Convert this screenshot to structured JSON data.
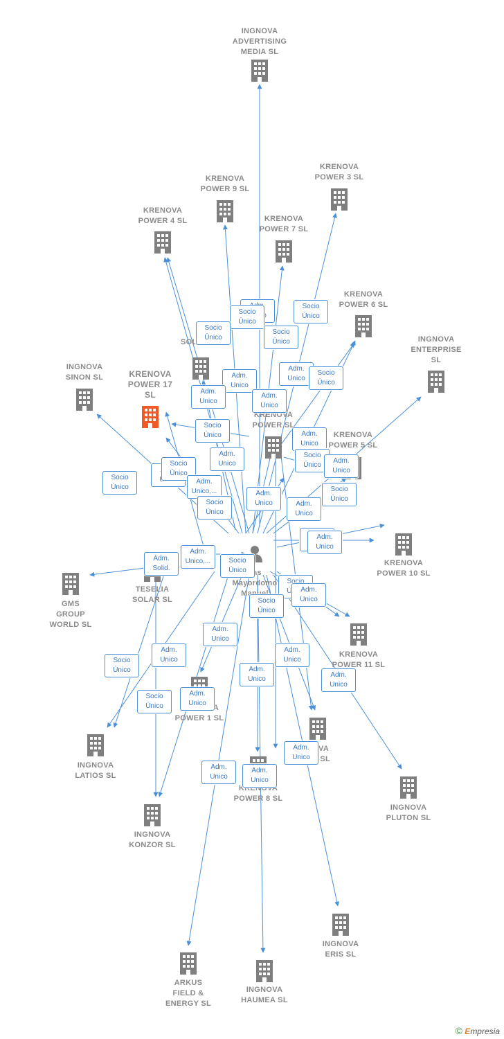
{
  "colors": {
    "edge": "#4a90d9",
    "building": "#7f7f7f",
    "focus": "#f05a28",
    "label": "#8a8a8a"
  },
  "nodes": [
    {
      "id": "n1",
      "label": "INGNOVA\nADVERTISING\nMEDIA  SL",
      "icon": "building-icon"
    },
    {
      "id": "n2",
      "label": "KRENOVA\nPOWER 9  SL",
      "icon": "building-icon"
    },
    {
      "id": "n3",
      "label": "KRENOVA\nPOWER 3  SL",
      "icon": "building-icon"
    },
    {
      "id": "n4",
      "label": "KRENOVA\nPOWER 4  SL",
      "icon": "building-icon"
    },
    {
      "id": "n5",
      "label": "KRENOVA\nPOWER 7  SL",
      "icon": "building-icon"
    },
    {
      "id": "n6",
      "label": "KRENOVA\nPOWER 6  SL",
      "icon": "building-icon"
    },
    {
      "id": "n7",
      "label": "KE\nSOLAR  SL",
      "icon": "building-icon"
    },
    {
      "id": "n8",
      "label": "INGNOVA\nENTERPRISE\nSL",
      "icon": "building-icon"
    },
    {
      "id": "n9",
      "label": "INGNOVA\nSINON  SL",
      "icon": "building-icon"
    },
    {
      "id": "n10",
      "label": "KRENOVA\nPOWER 17\nSL",
      "icon": "building-icon",
      "focus": true
    },
    {
      "id": "n11",
      "label": "KRENOVA\nPOWER  SL",
      "icon": "building-icon"
    },
    {
      "id": "n12",
      "label": "KRENOVA\nPOWER 5  SL",
      "icon": "building-icon"
    },
    {
      "id": "n13",
      "label": "KRENOVA\nPOWER 10  SL",
      "icon": "building-icon"
    },
    {
      "id": "n14",
      "label": "ñas\nMayordomo\nManuel",
      "icon": "person-icon"
    },
    {
      "id": "n15",
      "label": "TESELIA\nSOLAR  SL",
      "icon": "building-icon"
    },
    {
      "id": "n16",
      "label": "GMS\nGROUP\nWORLD  SL",
      "icon": "building-icon"
    },
    {
      "id": "n17",
      "label": "KRENOVA\nPOWER 11  SL",
      "icon": "building-icon"
    },
    {
      "id": "n18",
      "label": "KRENOVA\nPOWER 1  SL",
      "icon": "building-icon"
    },
    {
      "id": "n19",
      "label": "INGNOVA\nLATIOS  SL",
      "icon": "building-icon"
    },
    {
      "id": "n20",
      "label": "NOVA\nR 2  SL",
      "icon": "building-icon"
    },
    {
      "id": "n21",
      "label": "KRENOVA\nPOWER 8  SL",
      "icon": "building-icon"
    },
    {
      "id": "n22",
      "label": "INGNOVA\nPLUTON  SL",
      "icon": "building-icon"
    },
    {
      "id": "n23",
      "label": "INGNOVA\nKONZOR  SL",
      "icon": "building-icon"
    },
    {
      "id": "n24",
      "label": "INGNOVA\nERIS  SL",
      "icon": "building-icon"
    },
    {
      "id": "n25",
      "label": "ARKUS\nFIELD &\nENERGY  SL",
      "icon": "building-icon"
    },
    {
      "id": "n26",
      "label": "INGNOVA\nHAUMEA  SL",
      "icon": "building-icon"
    }
  ],
  "edge_labels": [
    "Adm.\nUnico",
    "Socio\nÚnico",
    "Socio\nÚnico",
    "Socio\nÚnico",
    "Socio\nÚnico",
    "Adm.\nUnico",
    "Socio\nÚnico",
    "Adm.\nUnico",
    "Adm.\nUnico",
    "Adm.\nUnico",
    "Socio\nÚnico",
    "Adm.\nUnico",
    "Adm.\nUnico",
    "Socio\nÚnico",
    "Socio\nÚnico",
    "Adm.\nUnico",
    "Adm.\nUnico",
    "Socio\nÚnico",
    "Adm.\nUnico,...",
    "Socio\nÚnico",
    "Adm.\nUnico",
    "Socio\nÚnico",
    "Adm.\nUnico",
    "Socio\nÚnico",
    "Adm.\nUnico",
    "Adm.\nSolid.",
    "Adm.\nUnico,...",
    "Socio\nÚnico",
    "Socio\nÚnico",
    "Adm.\nUnico",
    "Socio\nÚnico",
    "Adm.\nUnico",
    "Adm.\nUnico",
    "Socio\nÚnico",
    "Adm.\nUnico",
    "Adm.\nUnico",
    "Socio\nÚnico",
    "Adm.\nUnico",
    "Adm.\nUnico",
    "Adm.\nUnico",
    "Adm.\nUnico",
    "Adm.\nUnico"
  ],
  "footer": {
    "copyright": "©",
    "brand_e": "E",
    "brand_rest": "mpresia"
  }
}
